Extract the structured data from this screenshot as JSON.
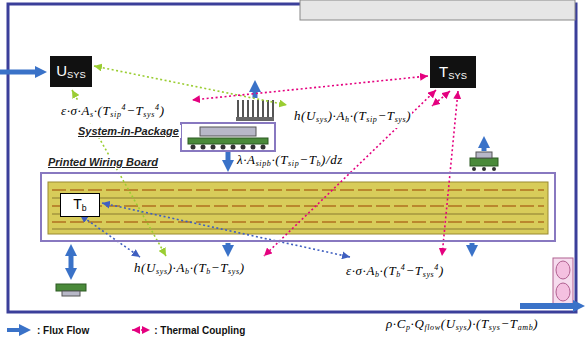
{
  "diagram": {
    "nodes": [
      {
        "text": [
          "USYS"
        ]
      },
      {
        "text": [
          "TSYS"
        ]
      },
      {
        "text": [
          "System-in-Package"
        ]
      },
      {
        "text": [
          "Printed Wiring Board"
        ]
      },
      {
        "text": [
          "Tb"
        ],
        "in": 3
      }
    ],
    "edges": [
      {
        "from": 2,
        "to": 3,
        "arrow": "to",
        "label": "λ·Asipb·(Tsip−Tb)/dz"
      }
    ],
    "labels": [
      "ε·σ·As·(Tsip4−Tsys4)",
      "h(Usys)·Ah·(Tsip−Tsys)",
      "h(Usys)·Ab·(Tb−Tsys)",
      "ε·σ·Ab·(Tb4−Tsys4)",
      "ρ·Cp·Qflow(Usys)·(Tsys−Tamb)"
    ],
    "legend": [
      {
        "text": ": Flux Flow"
      },
      {
        "text": ": Thermal Coupling"
      }
    ]
  }
}
